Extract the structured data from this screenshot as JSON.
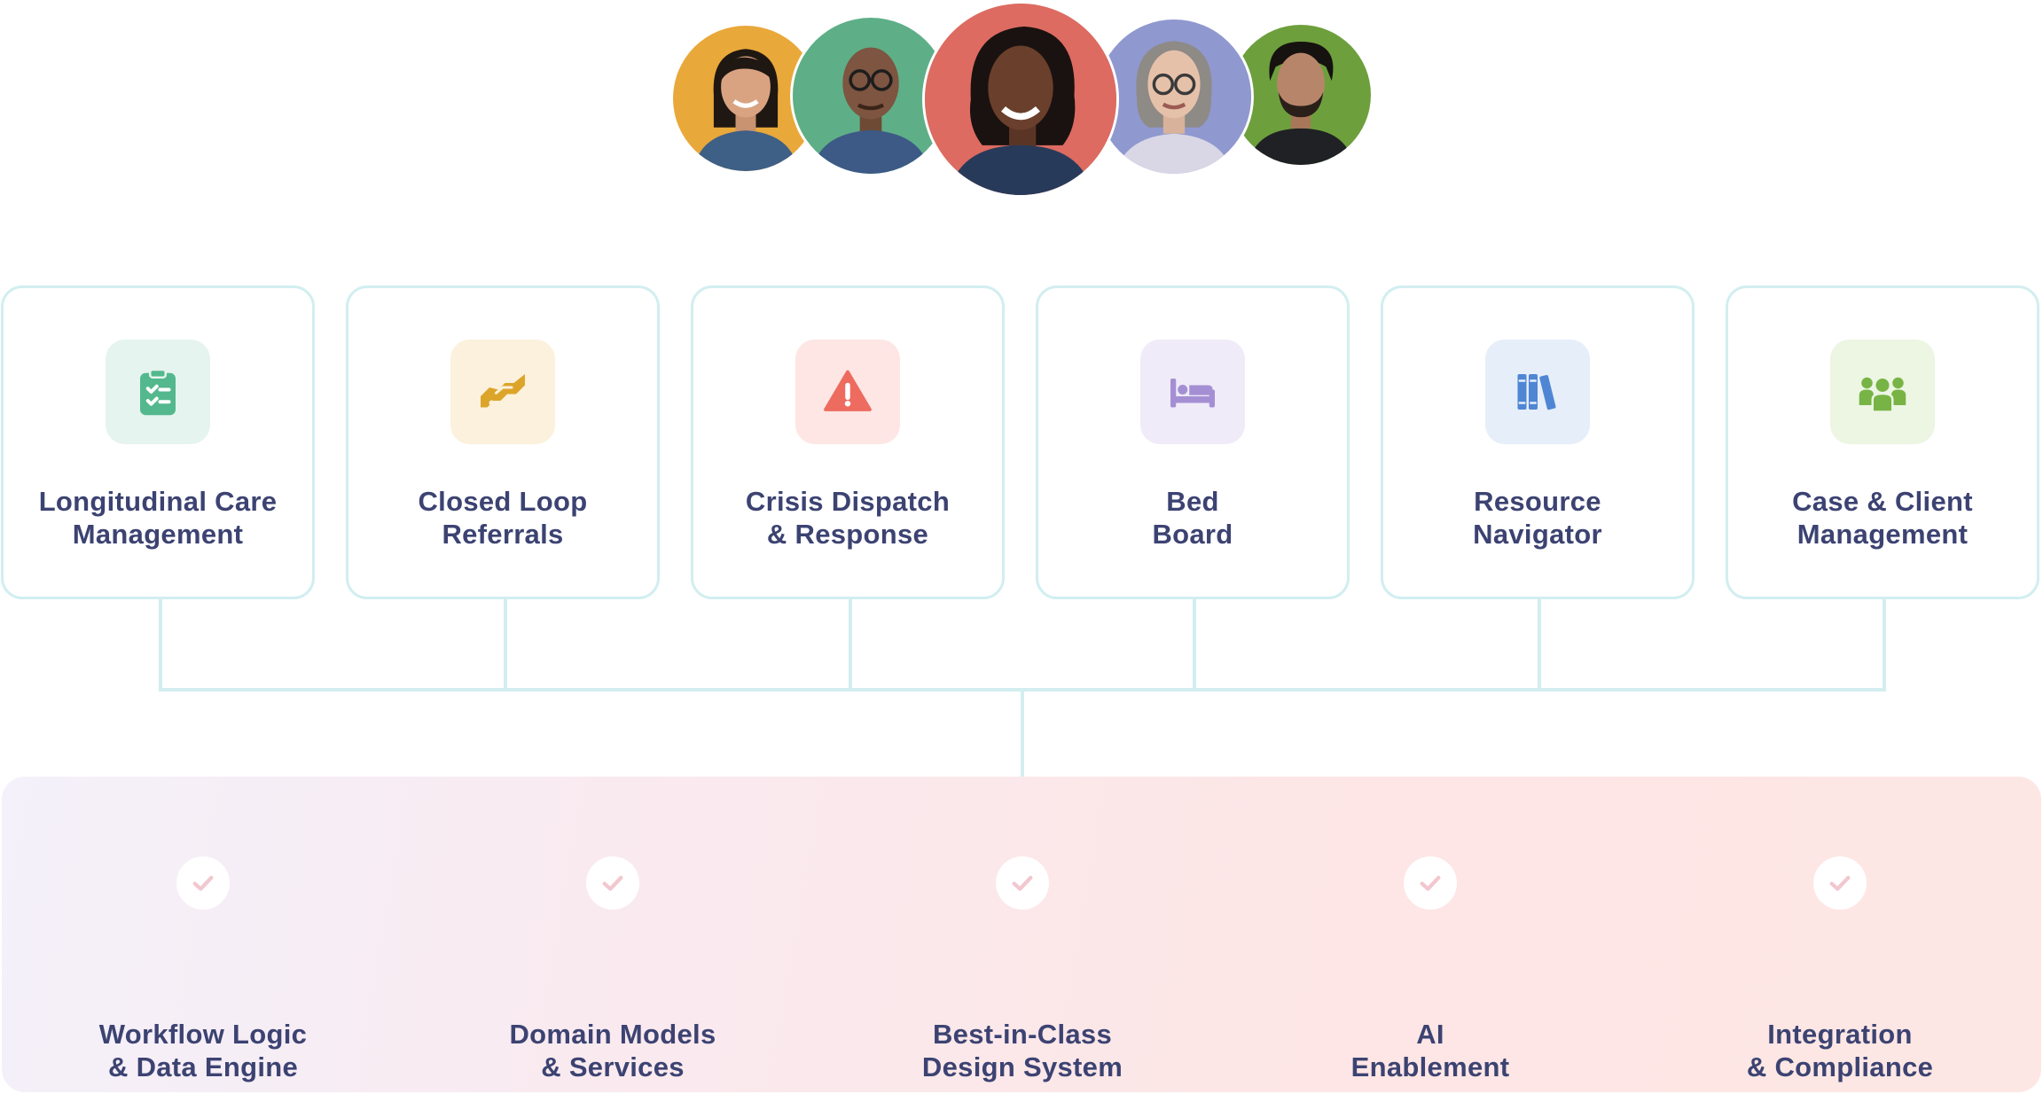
{
  "colors": {
    "card_border": "#d2eef0",
    "connector": "#d2eef0",
    "text": "#3c4372",
    "check": "#f2c7cf"
  },
  "avatars": [
    {
      "name": "avatar-woman-yellow-bg",
      "bg": "#e9a83a"
    },
    {
      "name": "avatar-man-glasses-green-bg",
      "bg": "#5eaf88"
    },
    {
      "name": "avatar-woman-red-bg",
      "bg": "#dd6b61"
    },
    {
      "name": "avatar-woman-glasses-blue-bg",
      "bg": "#8f98cf"
    },
    {
      "name": "avatar-man-green-bg",
      "bg": "#6e9f3d"
    }
  ],
  "products": [
    {
      "title": "Longitudinal Care\nManagement",
      "icon": "clipboard-checklist-icon",
      "icon_color": "#53b88d",
      "icon_bg": "#e5f4ee"
    },
    {
      "title": "Closed Loop\nReferrals",
      "icon": "handshake-icon",
      "icon_color": "#dca52a",
      "icon_bg": "#fcf1dc"
    },
    {
      "title": "Crisis Dispatch\n& Response",
      "icon": "warning-triangle-icon",
      "icon_color": "#ee6b5f",
      "icon_bg": "#fde6e3"
    },
    {
      "title": "Bed\nBoard",
      "icon": "bed-icon",
      "icon_color": "#a58fd4",
      "icon_bg": "#efebf8"
    },
    {
      "title": "Resource\nNavigator",
      "icon": "books-icon",
      "icon_color": "#4f86d4",
      "icon_bg": "#e6eef9"
    },
    {
      "title": "Case & Client\nManagement",
      "icon": "people-group-icon",
      "icon_color": "#77b445",
      "icon_bg": "#edf5e3"
    }
  ],
  "foundations": [
    {
      "label": "Workflow Logic\n& Data Engine"
    },
    {
      "label": "Domain Models\n& Services"
    },
    {
      "label": "Best-in-Class\nDesign System"
    },
    {
      "label": "AI\nEnablement"
    },
    {
      "label": "Integration\n& Compliance"
    }
  ]
}
